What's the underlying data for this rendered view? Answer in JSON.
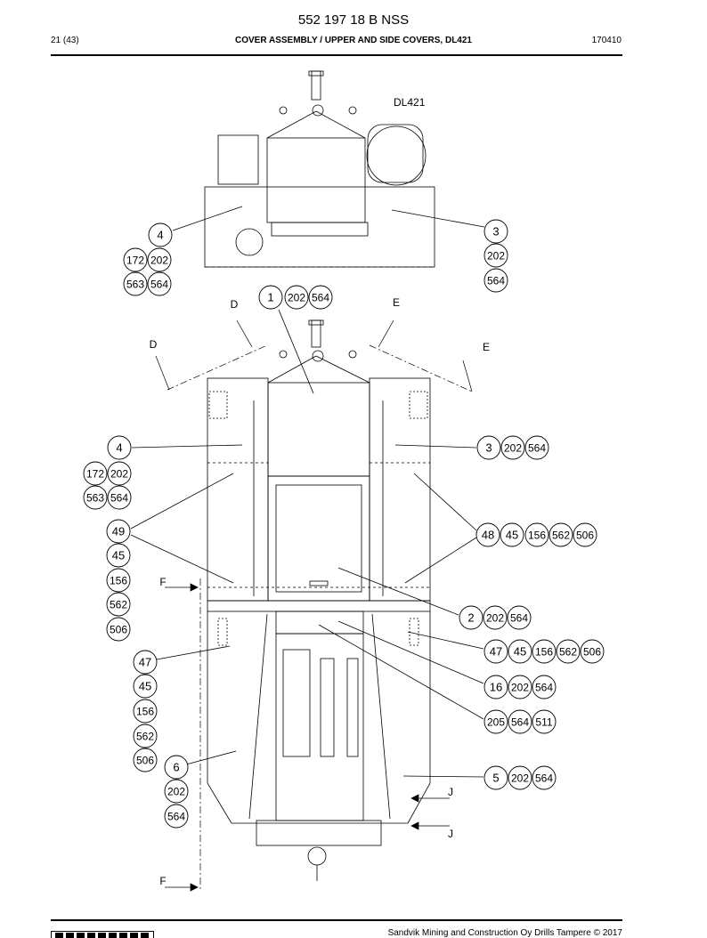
{
  "header": {
    "doc_number": "552 197 18 B NSS",
    "page": "21 (43)",
    "title": "COVER ASSEMBLY / UPPER AND SIDE COVERS, DL421",
    "code": "170410"
  },
  "model_label": "DL421",
  "section_letters": {
    "D_top": "D",
    "D_left": "D",
    "E_top": "E",
    "E_right": "E",
    "F_top": "F",
    "F_bottom": "F",
    "J_top": "J",
    "J_bottom": "J"
  },
  "callouts": {
    "top4": "4",
    "top172": "172",
    "top202a": "202",
    "top563": "563",
    "top564a": "564",
    "top3": "3",
    "top202b": "202",
    "top564b": "564",
    "c1": "1",
    "c1_202": "202",
    "c1_564": "564",
    "l4": "4",
    "l172": "172",
    "l202": "202",
    "l563": "563",
    "l564": "564",
    "r3": "3",
    "r3_202": "202",
    "r3_564": "564",
    "l49": "49",
    "l49_45": "45",
    "l49_156": "156",
    "l49_562": "562",
    "l49_506": "506",
    "r48": "48",
    "r48_45": "45",
    "r48_156": "156",
    "r48_562": "562",
    "r48_506": "506",
    "r2": "2",
    "r2_202": "202",
    "r2_564": "564",
    "r47": "47",
    "r47_45": "45",
    "r47_156": "156",
    "r47_562": "562",
    "r47_506": "506",
    "l47": "47",
    "l47_45": "45",
    "l47_156": "156",
    "l47_562": "562",
    "l47_506": "506",
    "r16": "16",
    "r16_202": "202",
    "r16_564": "564",
    "r205": "205",
    "r205_564": "564",
    "r205_511": "511",
    "l6": "6",
    "l6_202": "202",
    "l6_564": "564",
    "r5": "5",
    "r5_202": "202",
    "r5_564": "564"
  },
  "footer": {
    "copyright": "Sandvik Mining and Construction Oy Drills Tampere © 2017"
  }
}
